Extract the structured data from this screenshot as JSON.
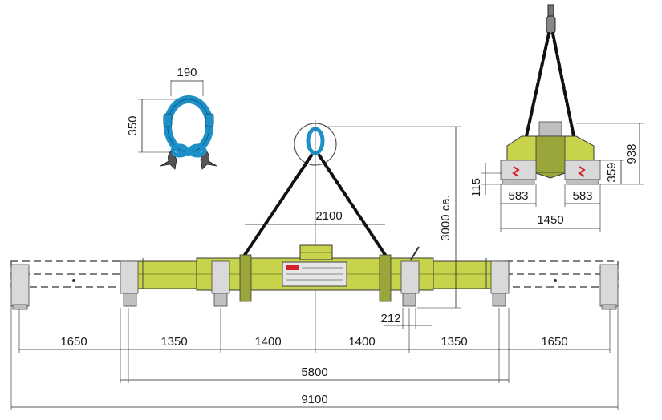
{
  "dimensions": {
    "shackle_width": "190",
    "shackle_height": "350",
    "chain_spread": "2100",
    "lift_height": "3000 ca.",
    "pad_offset": "212",
    "seg_outer_left": "1650",
    "seg_inner_left": "1350",
    "seg_center_left": "1400",
    "seg_center_right": "1400",
    "seg_inner_right": "1350",
    "seg_outer_right": "1650",
    "base_length": "5800",
    "extended_length": "9100",
    "side_total_height": "938",
    "side_pad_height": "359",
    "side_pad_bottom": "115",
    "side_pad_width_left": "583",
    "side_pad_width_right": "583",
    "side_total_width": "1450"
  },
  "colors": {
    "beam": "#c7d34a",
    "shackle": "#1e90c8",
    "magnet": "#d9d9d9",
    "label_red": "#d4202a"
  }
}
